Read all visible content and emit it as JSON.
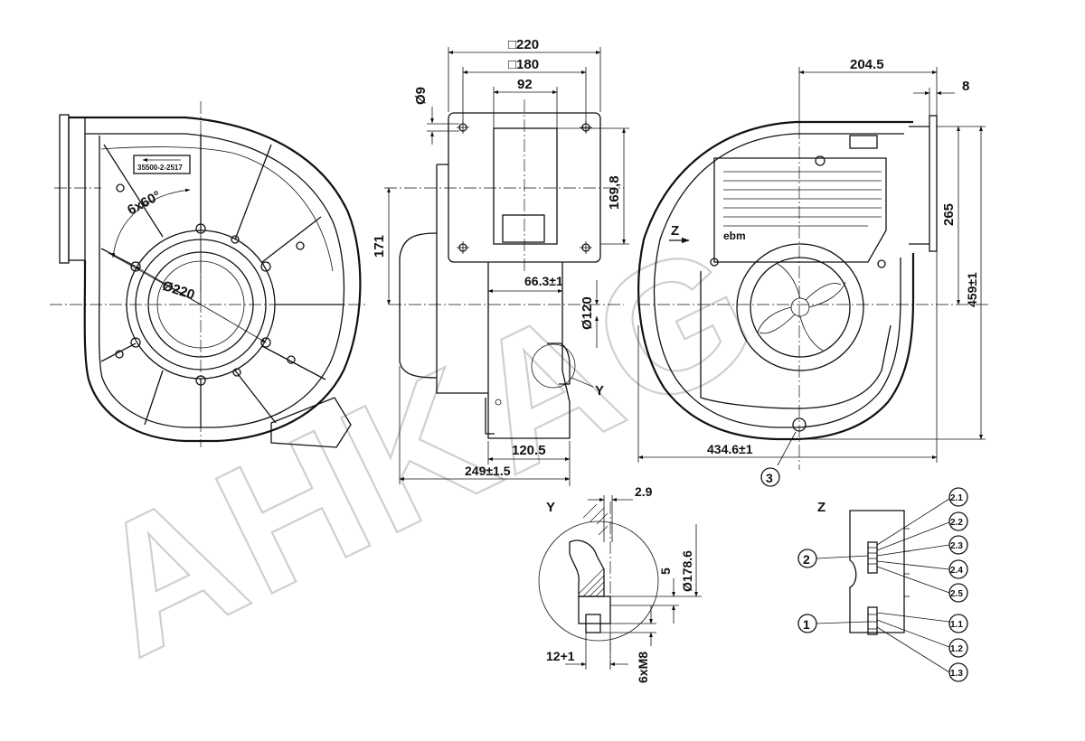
{
  "drawing": {
    "watermark": "AHKAG",
    "label_plate": "35500-2-2517",
    "brand": "ebm",
    "views": {
      "front": {
        "angle_label": "6x60°",
        "diameter_label": "Ø220"
      },
      "side": {
        "dims": {
          "flange": "□220",
          "bolt_pattern": "□180",
          "top_width": "92",
          "hole": "Ø9",
          "height_right": "169,8",
          "height_left": "171",
          "offset": "66.3±1",
          "bore": "Ø120",
          "depth": "120.5",
          "total_depth": "249±1.5",
          "detail_ref": "Y"
        }
      },
      "back": {
        "dims": {
          "top": "204.5",
          "flange_thick": "8",
          "height_inner": "265",
          "height_total": "459±1",
          "width_total": "434.6±1"
        },
        "view_ref": "Z",
        "callout": "3"
      },
      "detail_y": {
        "title": "Y",
        "dims": {
          "gap": "2.9",
          "diameter": "Ø178.6",
          "step": "5",
          "thread": "6xM8",
          "depth": "12+1"
        }
      },
      "view_z": {
        "title": "Z",
        "callouts": [
          "1",
          "2"
        ],
        "pins": [
          "2.1",
          "2.2",
          "2.3",
          "2.4",
          "2.5",
          "1.1",
          "1.2",
          "1.3"
        ]
      }
    }
  }
}
